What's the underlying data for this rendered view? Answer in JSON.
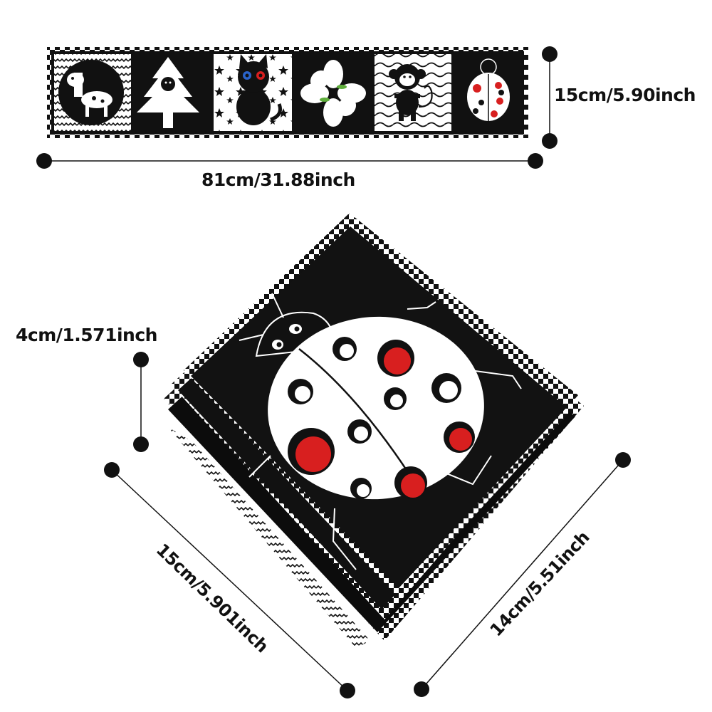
{
  "dimensions": {
    "strip_length": "81cm/31.88inch",
    "strip_height": "15cm/5.90inch",
    "book_thickness": "4cm/1.571inch",
    "book_width": "15cm/5.901inch",
    "book_height": "14cm/5.51inch"
  },
  "strip_panels": [
    {
      "icon": "giraffe-icon"
    },
    {
      "icon": "tree-icon"
    },
    {
      "icon": "cat-icon"
    },
    {
      "icon": "flower-icon"
    },
    {
      "icon": "monkey-icon"
    },
    {
      "icon": "ladybug-icon"
    }
  ],
  "colors": {
    "fabric_black": "#111111",
    "ladybug_red": "#d81f1f",
    "white": "#ffffff",
    "flower_green": "#5fae3c",
    "cat_blue": "#2a63c9"
  }
}
